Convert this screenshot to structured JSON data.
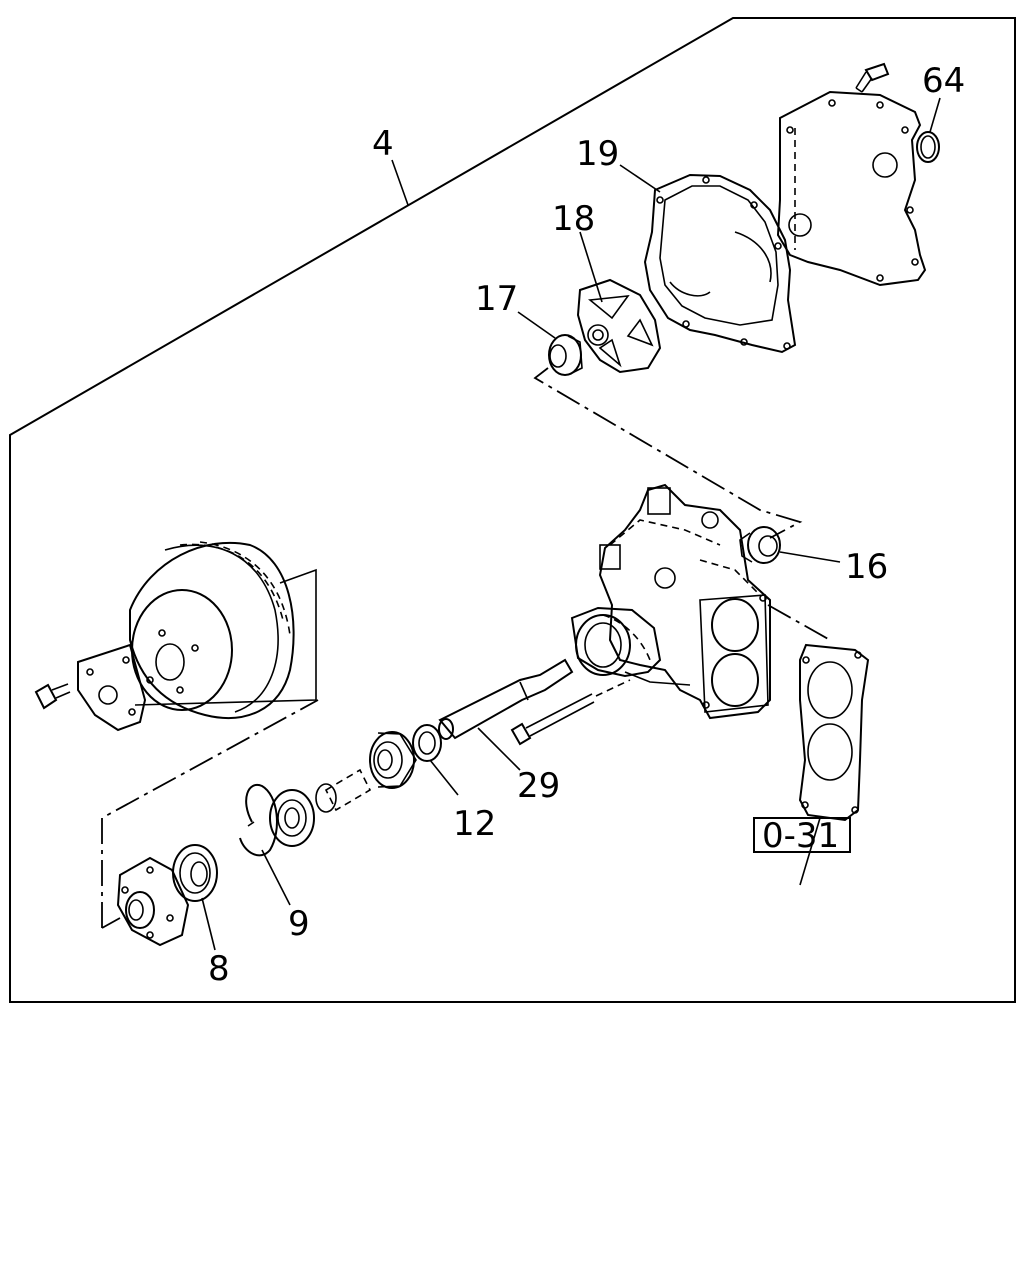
{
  "diagram": {
    "callouts": [
      {
        "id": "4",
        "text": "4"
      },
      {
        "id": "19",
        "text": "19"
      },
      {
        "id": "64",
        "text": "64"
      },
      {
        "id": "18",
        "text": "18"
      },
      {
        "id": "17",
        "text": "17"
      },
      {
        "id": "16",
        "text": "16"
      },
      {
        "id": "29",
        "text": "29"
      },
      {
        "id": "12",
        "text": "12"
      },
      {
        "id": "9",
        "text": "9"
      },
      {
        "id": "8",
        "text": "8"
      }
    ],
    "reference_box": {
      "text": "0-31"
    }
  }
}
